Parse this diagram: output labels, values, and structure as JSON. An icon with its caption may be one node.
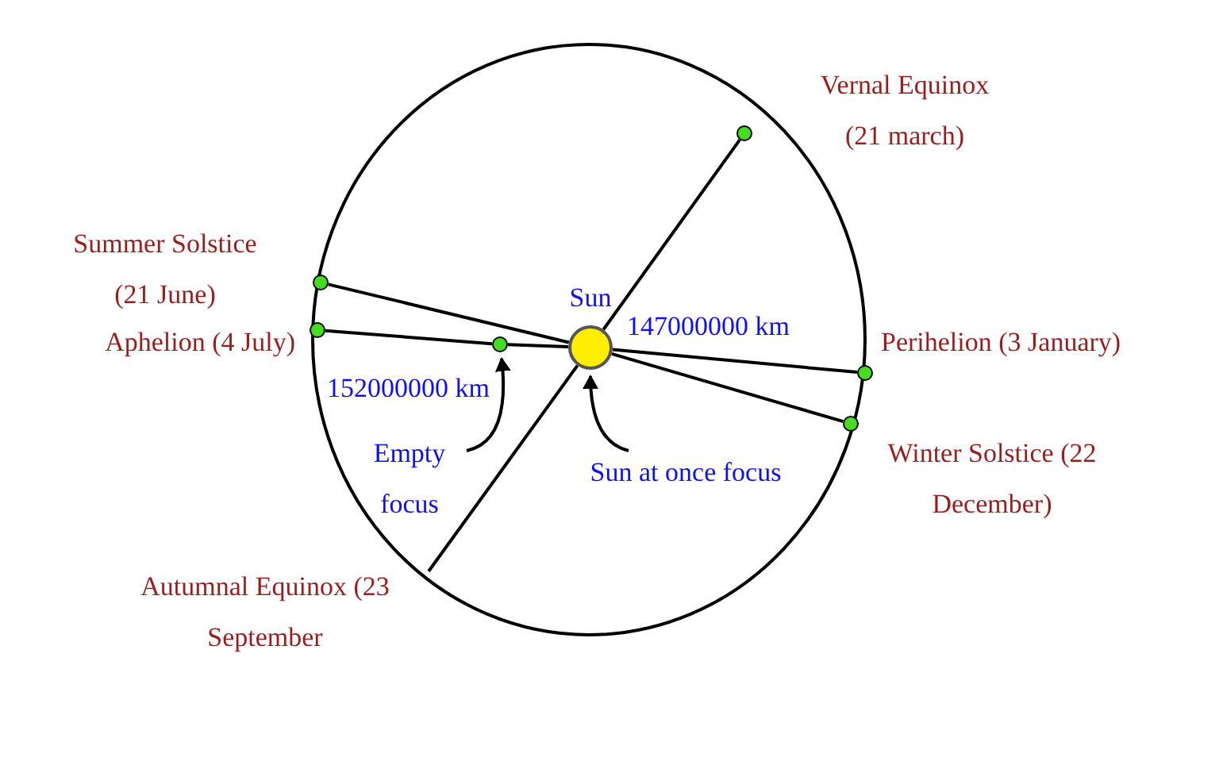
{
  "diagram": {
    "nodes": [
      {
        "text": [
          "Sun"
        ]
      },
      {
        "text": [],
        "shape": "circle",
        "beside": [
          "Vernal Equinox (21 march)"
        ]
      },
      {
        "text": [],
        "shape": "circle",
        "beside": [
          "Summer Solstice (21 June)"
        ]
      },
      {
        "text": [],
        "shape": "circle",
        "beside": [
          "Aphelion (4 July)"
        ]
      },
      {
        "text": [],
        "shape": "circle"
      },
      {
        "text": [],
        "shape": "circle",
        "beside": [
          "Perihelion (3 January)"
        ]
      },
      {
        "text": [],
        "shape": "circle",
        "beside": [
          "Winter Solstice (22 December)"
        ]
      },
      {
        "text": [
          "Empty focus"
        ]
      },
      {
        "text": [
          "Sun at once focus"
        ]
      }
    ],
    "edges": [
      {
        "from": 1,
        "to": 0,
        "arrow": "none"
      },
      {
        "from": 0,
        "to": null,
        "arrow": "none"
      },
      {
        "from": 2,
        "to": 0,
        "arrow": "none"
      },
      {
        "from": 3,
        "to": 4,
        "arrow": "none"
      },
      {
        "from": 4,
        "to": 0,
        "arrow": "none"
      },
      {
        "from": 5,
        "to": 0,
        "arrow": "none"
      },
      {
        "from": 6,
        "to": 0,
        "arrow": "none"
      },
      {
        "from": 7,
        "to": 4,
        "arrow": "to"
      },
      {
        "from": 8,
        "to": 0,
        "arrow": "to"
      }
    ],
    "labels": [
      "147000000 km",
      "152000000 km",
      "Autumnal Equinox (23 September"
    ]
  }
}
